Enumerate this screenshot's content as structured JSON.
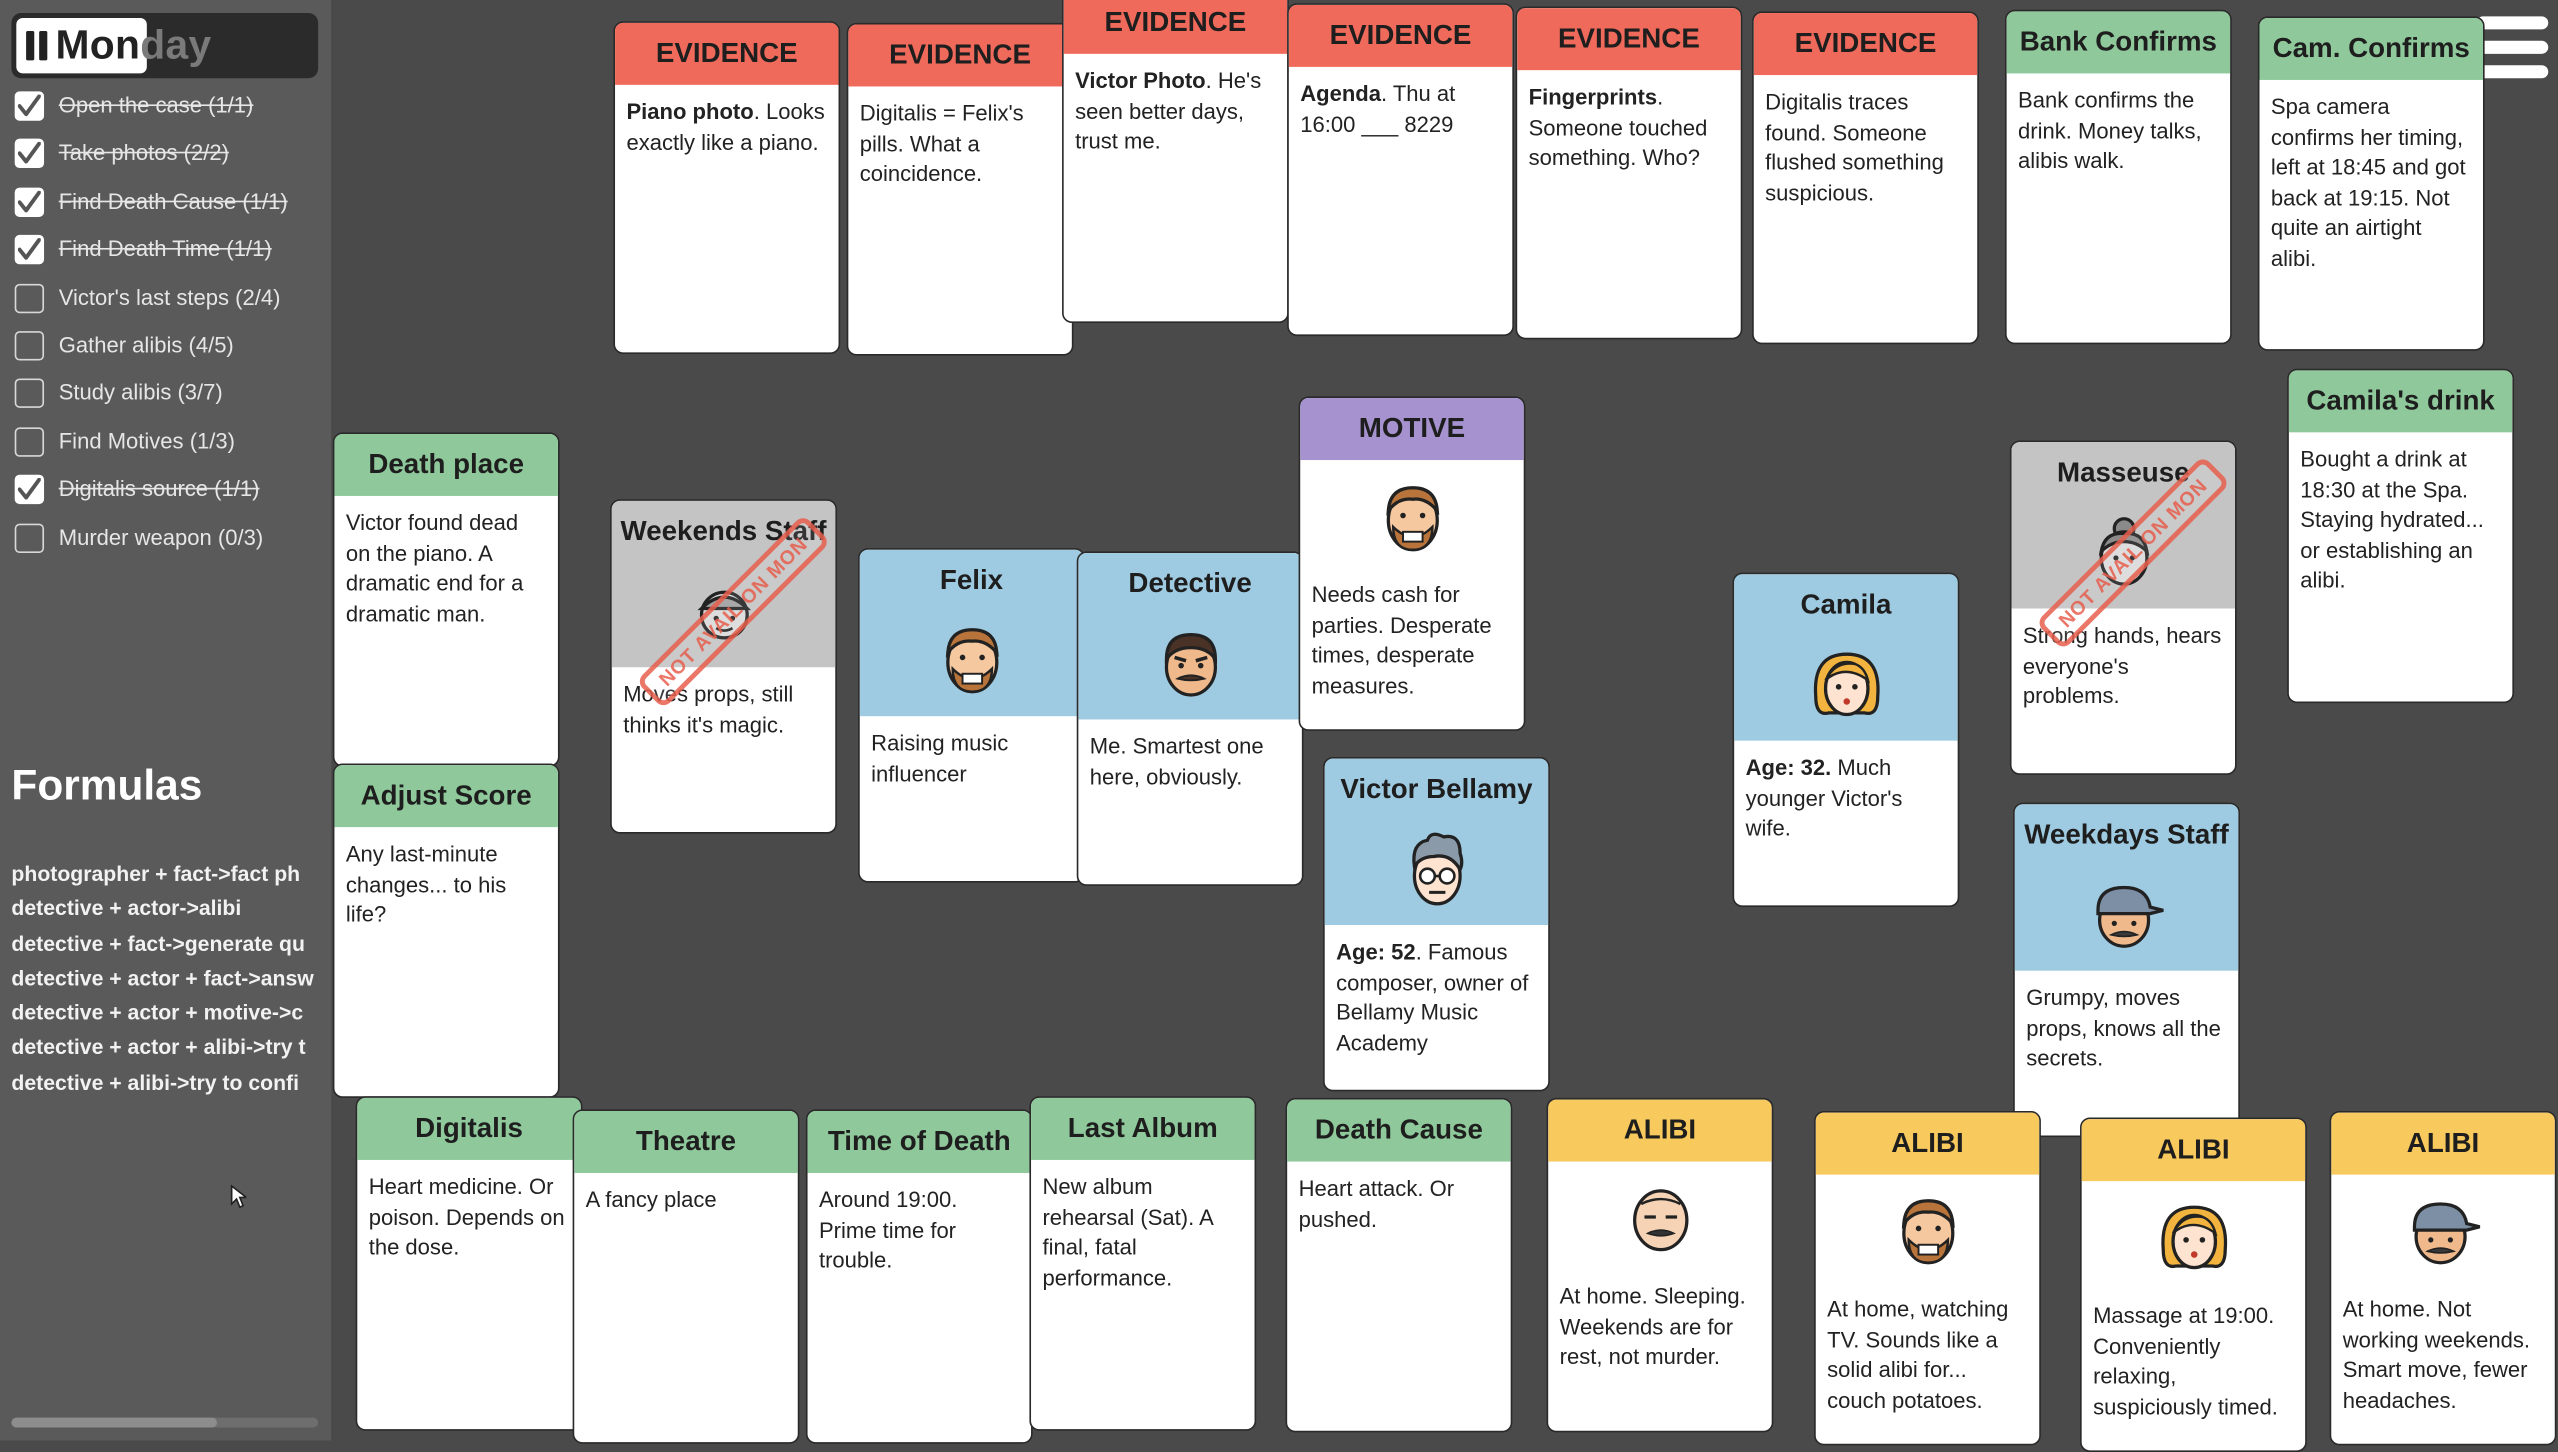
{
  "day": {
    "label_highlighted": "Mon",
    "label_rest": "day"
  },
  "checklist": [
    {
      "label": "Open the case (1/1)",
      "done": true
    },
    {
      "label": "Take photos (2/2)",
      "done": true
    },
    {
      "label": "Find Death Cause (1/1)",
      "done": true
    },
    {
      "label": "Find Death Time (1/1)",
      "done": true
    },
    {
      "label": "Victor's last steps (2/4)",
      "done": false
    },
    {
      "label": "Gather alibis (4/5)",
      "done": false
    },
    {
      "label": "Study alibis (3/7)",
      "done": false
    },
    {
      "label": "Find Motives (1/3)",
      "done": false
    },
    {
      "label": "Digitalis source (1/1)",
      "done": true
    },
    {
      "label": "Murder weapon (0/3)",
      "done": false
    }
  ],
  "formulas": {
    "title": "Formulas",
    "items": [
      "photographer + fact->fact ph",
      "detective + actor->alibi",
      "detective + fact->generate qu",
      "detective + actor + fact->answ",
      "detective + actor + motive->c",
      "detective + actor + alibi->try t",
      "detective + alibi->try to confi"
    ],
    "scroll_fraction": 0.67
  },
  "stamp_text": "NOT AVAIL ON MON",
  "cards": {
    "ev_piano": {
      "title": "EVIDENCE",
      "bold": "Piano photo",
      "text": ". Looks exactly like a piano."
    },
    "ev_digitalis": {
      "title": "EVIDENCE",
      "text": "Digitalis = Felix's pills. What a coincidence."
    },
    "ev_victor": {
      "title": "EVIDENCE",
      "bold": "Victor Photo",
      "text": ". He's seen better days, trust me."
    },
    "ev_agenda": {
      "title": "EVIDENCE",
      "bold": "Agenda",
      "text": ". Thu at 16:00 ___ 8229"
    },
    "ev_fingerprints": {
      "title": "EVIDENCE",
      "bold": "Fingerprints",
      "text": ". Someone touched something. Who?"
    },
    "ev_traces": {
      "title": "EVIDENCE",
      "text": "Digitalis traces found. Someone flushed something suspicious."
    },
    "bank": {
      "title": "Bank Confirms",
      "text": "Bank confirms the drink. Money talks, alibis walk."
    },
    "cam": {
      "title": "Cam. Confirms",
      "text": "Spa camera confirms her timing, left at 18:45 and got back at 19:15. Not quite an airtight alibi."
    },
    "drink": {
      "title": "Camila's drink",
      "text": "Bought a drink at 18:30 at the Spa. Staying hydrated... or establishing an alibi."
    },
    "death_place": {
      "title": "Death place",
      "text": "Victor found dead on the piano. A dramatic end for a dramatic man."
    },
    "adjust": {
      "title": "Adjust Score",
      "text": "Any last-minute changes... to his life?"
    },
    "weekends": {
      "title": "Weekends Staff",
      "text": "Moves props, still thinks it's magic."
    },
    "felix": {
      "title": "Felix",
      "text": "Raising music influencer"
    },
    "detective": {
      "title": "Detective",
      "text": "Me. Smartest one here, obviously."
    },
    "motive": {
      "title": "MOTIVE",
      "text": "Needs cash for parties. Desperate times, desperate measures."
    },
    "victor": {
      "title": "Victor Bellamy",
      "bold": "Age: 52",
      "text": ". Famous composer, owner of Bellamy Music Academy"
    },
    "camila": {
      "title": "Camila",
      "bold": "Age: 32.",
      "text": " Much younger Victor's wife."
    },
    "masseuse": {
      "title": "Masseuse",
      "text": "Strong hands, hears everyone's problems."
    },
    "weekdays": {
      "title": "Weekdays Staff",
      "text": "Grumpy, moves props, knows all the secrets."
    },
    "digitalis": {
      "title": "Digitalis",
      "text": "Heart medicine. Or poison. Depends on the dose."
    },
    "theatre": {
      "title": "Theatre",
      "text": "A fancy place"
    },
    "tod": {
      "title": "Time of Death",
      "text": "Around 19:00. Prime time for trouble."
    },
    "album": {
      "title": "Last Album",
      "text": "New album rehearsal (Sat). A final, fatal performance."
    },
    "cause": {
      "title": "Death Cause",
      "text": "Heart attack. Or pushed."
    },
    "alibi1": {
      "title": "ALIBI",
      "text": "At home. Sleeping. Weekends are for rest, not murder."
    },
    "alibi2": {
      "title": "ALIBI",
      "text": "At home, watching TV. Sounds like a solid alibi for... couch potatoes."
    },
    "alibi3": {
      "title": "ALIBI",
      "text": "Massage at 19:00. Conveniently relaxing, suspiciously timed."
    },
    "alibi4": {
      "title": "ALIBI",
      "text": "At home. Not working weekends. Smart move, fewer headaches."
    }
  },
  "colors": {
    "evidence": "#ef6a5a",
    "fact": "#8fc99b",
    "motive": "#a592cf",
    "alibi": "#f8c95c",
    "character": "#9ecbe1",
    "unavailable": "#c4c4c4",
    "table": "#4a4a4a",
    "sidebar": "#5a5a5a"
  },
  "icons": {
    "menu": "hamburger-menu-icon",
    "pause": "pause-icon",
    "check": "checkmark-icon",
    "cursor": "mouse-cursor-icon"
  }
}
